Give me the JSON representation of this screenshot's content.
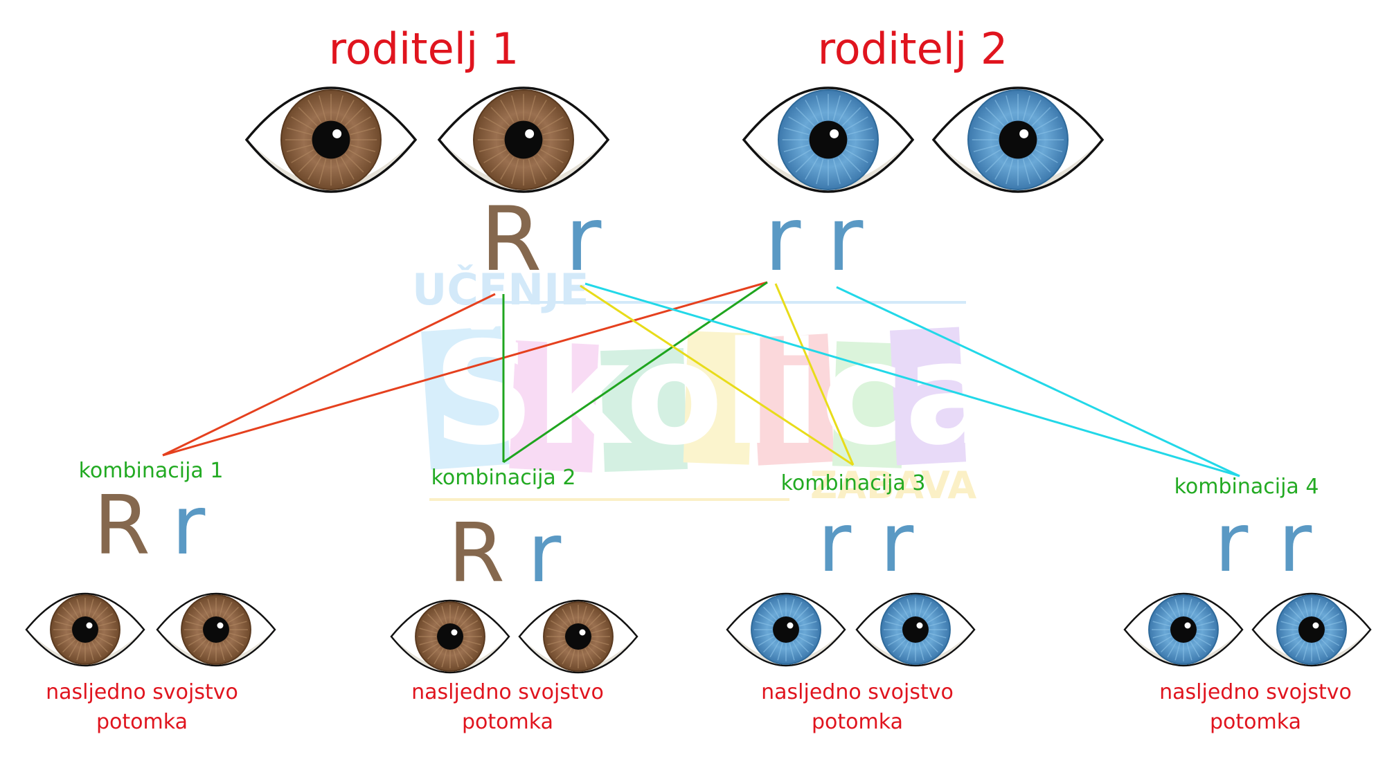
{
  "colors": {
    "brown_iris": "#8b6140",
    "blue_iris": "#5a9bcb",
    "allele_R": "#85684e",
    "allele_r": "#5a99c4",
    "red_text": "#e0141e",
    "green_text": "#22aa22",
    "line_red": "#e5401e",
    "line_green": "#1fa51f",
    "line_yellow": "#e8dc1a",
    "line_cyan": "#22d8e8"
  },
  "parents": [
    {
      "label": "roditelj 1",
      "eye_color": "brown",
      "alleles": [
        "R",
        "r"
      ]
    },
    {
      "label": "roditelj 2",
      "eye_color": "blue",
      "alleles": [
        "r",
        "r"
      ]
    }
  ],
  "combinations": [
    {
      "label": "kombinacija 1",
      "alleles": [
        "R",
        "r"
      ],
      "eye_color": "brown",
      "trait_line1": "nasljedno svojstvo",
      "trait_line2": "potomka"
    },
    {
      "label": "kombinacija 2",
      "alleles": [
        "R",
        "r"
      ],
      "eye_color": "brown",
      "trait_line1": "nasljedno svojstvo",
      "trait_line2": "potomka"
    },
    {
      "label": "kombinacija 3",
      "alleles": [
        "r",
        "r"
      ],
      "eye_color": "blue",
      "trait_line1": "nasljedno svojstvo",
      "trait_line2": "potomka"
    },
    {
      "label": "kombinacija 4",
      "alleles": [
        "r",
        "r"
      ],
      "eye_color": "blue",
      "trait_line1": "nasljedno svojstvo",
      "trait_line2": "potomka"
    }
  ],
  "watermark": {
    "top": "UČENJE",
    "main": "Školica",
    "bottom": "ZABAVA"
  }
}
